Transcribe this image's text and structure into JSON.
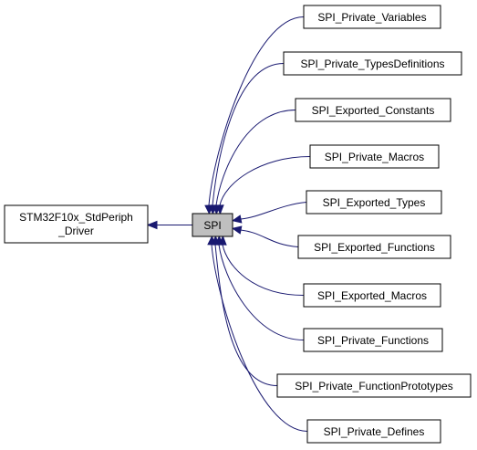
{
  "diagram": {
    "center": {
      "label": "SPI"
    },
    "parent": {
      "lines": [
        "STM32F10x_StdPeriph",
        "_Driver"
      ]
    },
    "children": [
      {
        "label": "SPI_Private_Variables"
      },
      {
        "label": "SPI_Private_TypesDefinitions"
      },
      {
        "label": "SPI_Exported_Constants"
      },
      {
        "label": "SPI_Private_Macros"
      },
      {
        "label": "SPI_Exported_Types"
      },
      {
        "label": "SPI_Exported_Functions"
      },
      {
        "label": "SPI_Exported_Macros"
      },
      {
        "label": "SPI_Private_Functions"
      },
      {
        "label": "SPI_Private_FunctionPrototypes"
      },
      {
        "label": "SPI_Private_Defines"
      }
    ],
    "colors": {
      "edge": "#191970",
      "center_fill": "#bfbfbf",
      "node_fill": "#ffffff",
      "node_border": "#000000"
    }
  }
}
